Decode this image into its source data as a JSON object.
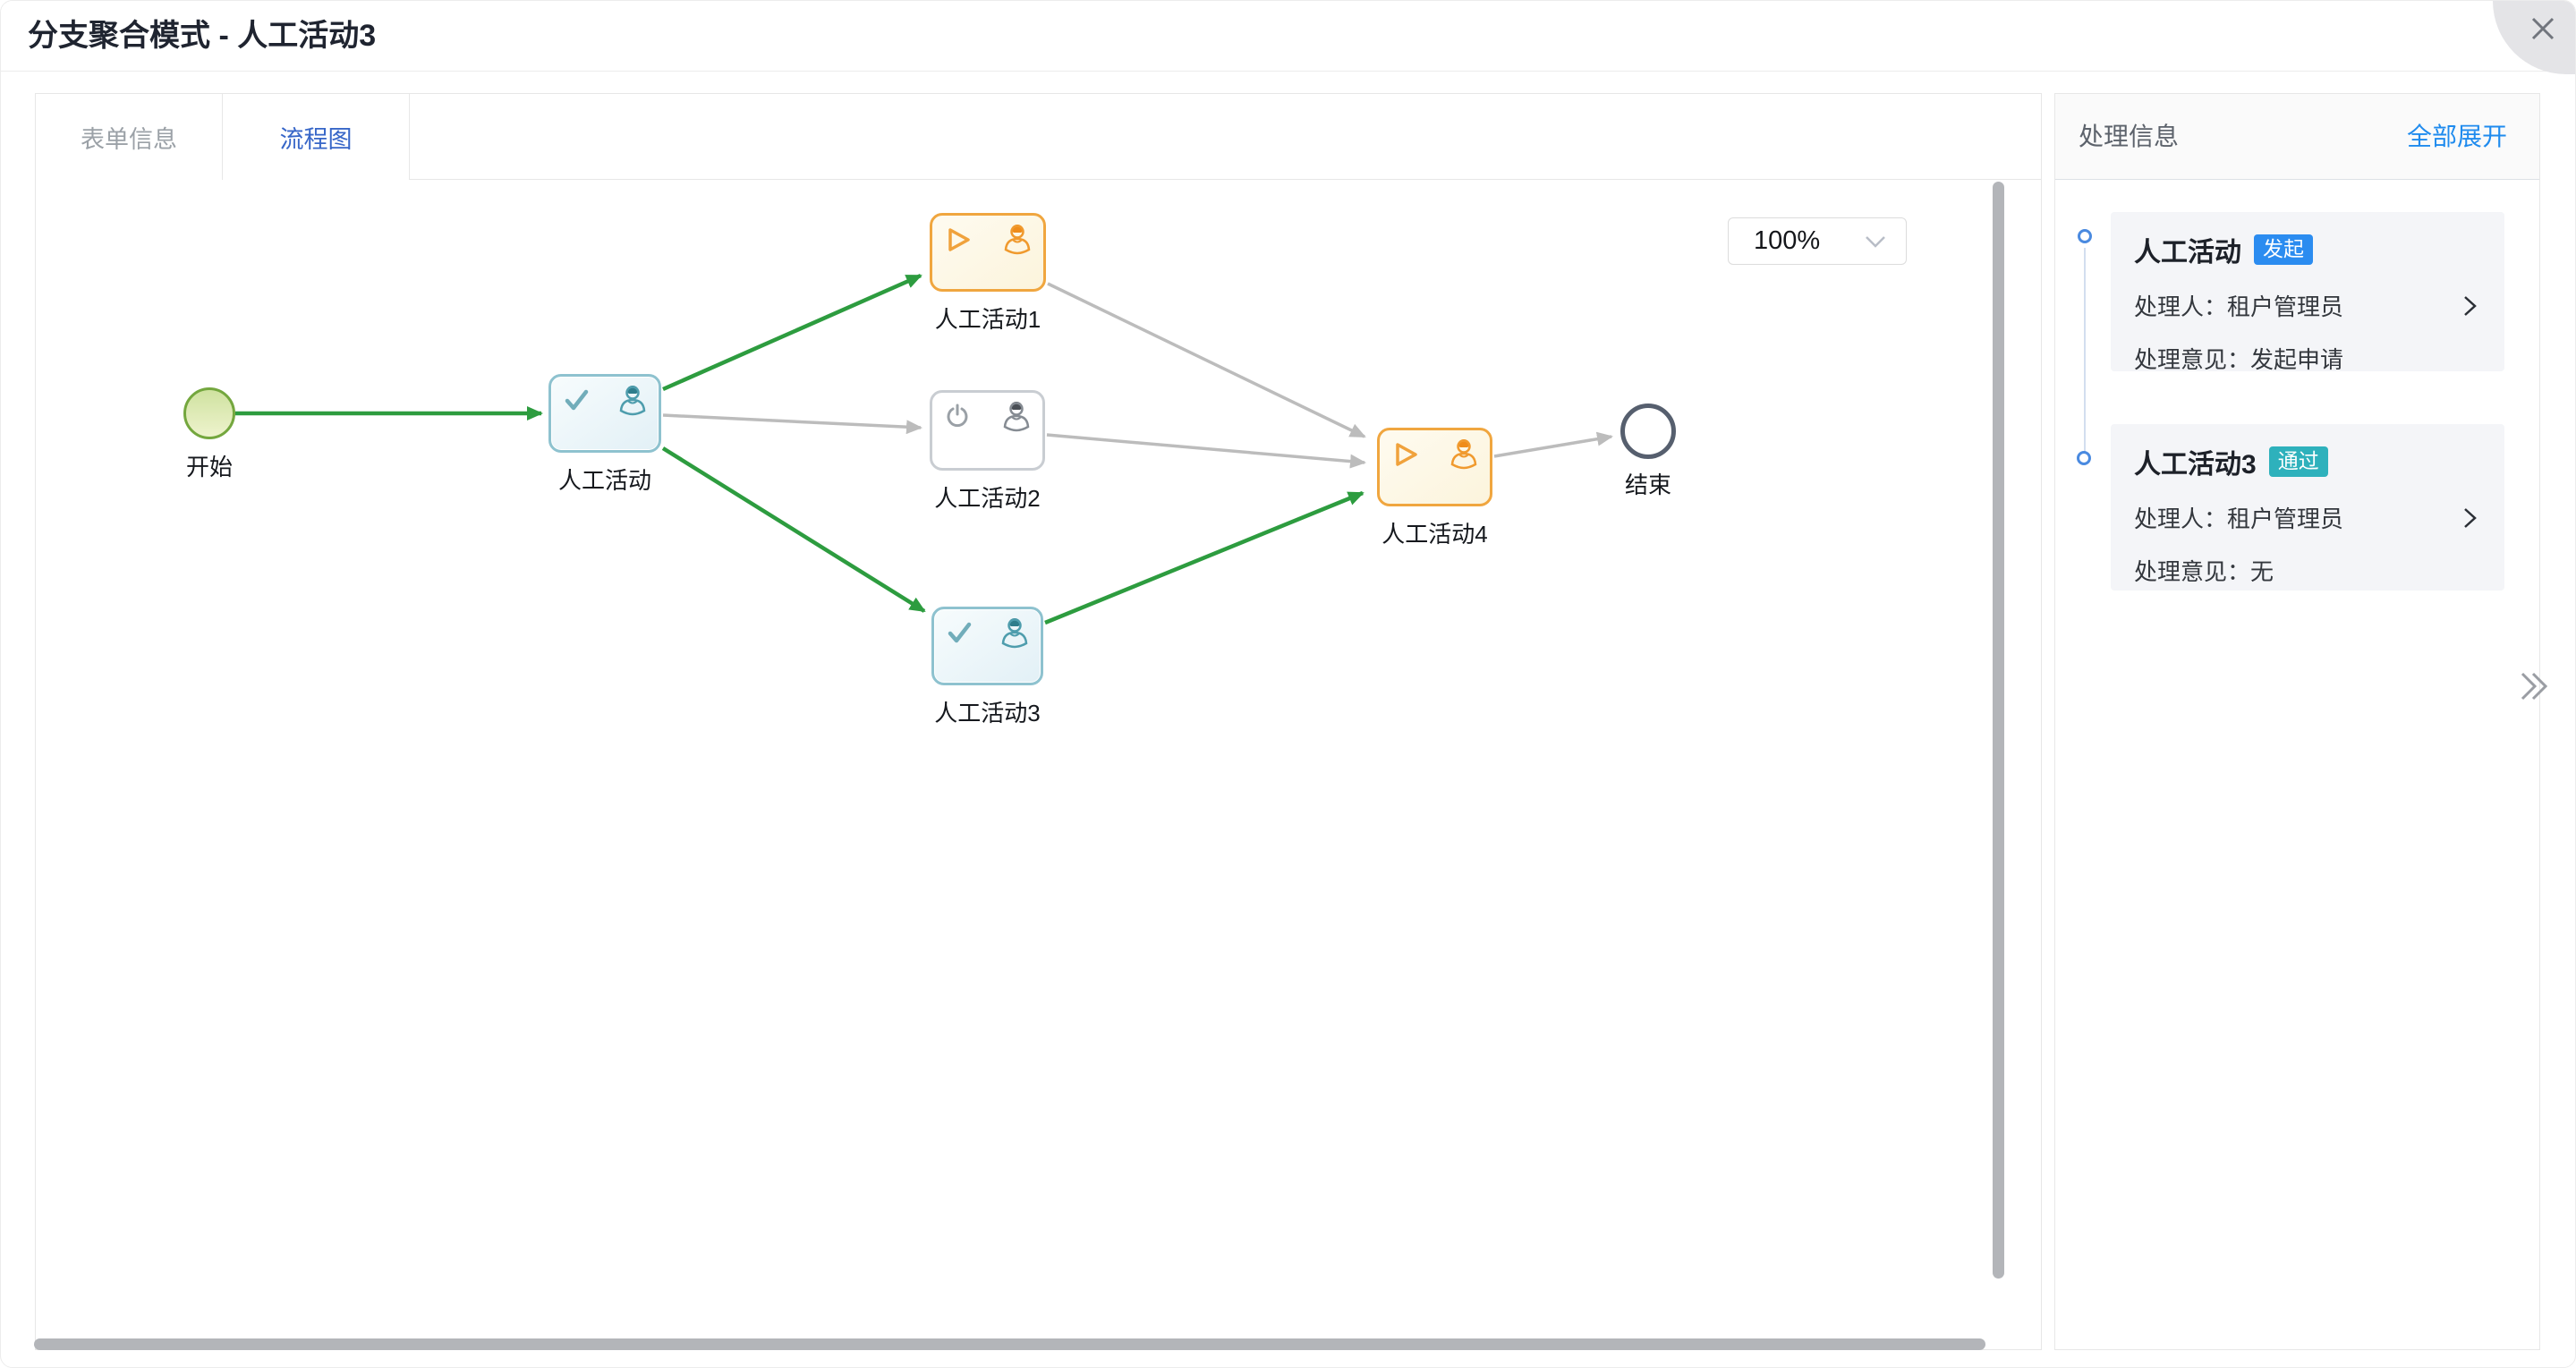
{
  "header": {
    "title": "分支聚合模式 - 人工活动3"
  },
  "tabs": [
    {
      "label": "表单信息",
      "active": false
    },
    {
      "label": "流程图",
      "active": true
    }
  ],
  "diagram": {
    "zoom_value": "100%",
    "nodes": [
      {
        "id": "start",
        "type": "start-event",
        "label": "开始",
        "state": "completed"
      },
      {
        "id": "task-main",
        "type": "user-task",
        "label": "人工活动",
        "state": "completed",
        "icons": [
          "check-icon",
          "user-icon"
        ]
      },
      {
        "id": "task-1",
        "type": "user-task",
        "label": "人工活动1",
        "state": "active",
        "icons": [
          "play-icon",
          "user-icon"
        ]
      },
      {
        "id": "task-2",
        "type": "user-task",
        "label": "人工活动2",
        "state": "pending",
        "icons": [
          "power-icon",
          "user-icon"
        ]
      },
      {
        "id": "task-3",
        "type": "user-task",
        "label": "人工活动3",
        "state": "completed",
        "icons": [
          "check-icon",
          "user-icon"
        ]
      },
      {
        "id": "task-4",
        "type": "user-task",
        "label": "人工活动4",
        "state": "active",
        "icons": [
          "play-icon",
          "user-icon"
        ]
      },
      {
        "id": "end",
        "type": "end-event",
        "label": "结束",
        "state": "pending"
      }
    ],
    "edges": [
      {
        "from": "start",
        "to": "task-main",
        "status": "completed"
      },
      {
        "from": "task-main",
        "to": "task-1",
        "status": "completed"
      },
      {
        "from": "task-main",
        "to": "task-2",
        "status": "pending"
      },
      {
        "from": "task-main",
        "to": "task-3",
        "status": "completed"
      },
      {
        "from": "task-1",
        "to": "task-4",
        "status": "pending"
      },
      {
        "from": "task-2",
        "to": "task-4",
        "status": "pending"
      },
      {
        "from": "task-3",
        "to": "task-4",
        "status": "completed"
      },
      {
        "from": "task-4",
        "to": "end",
        "status": "pending"
      }
    ],
    "colors": {
      "completed_edge": "#2d9c3f",
      "pending_edge": "#bcbcbc",
      "completed_node_border": "#8ec2cf",
      "active_node_border": "#f0a63f",
      "pending_node_border": "#c9cdd2",
      "start_fill": "#d8e7aa",
      "end_border": "#565f6e"
    }
  },
  "panel": {
    "title": "处理信息",
    "expand_all": "全部展开",
    "entries": [
      {
        "title": "人工活动",
        "badge": {
          "label": "发起",
          "color": "#2b8cf0"
        },
        "handler_label": "处理人：",
        "handler_value": "租户管理员",
        "opinion_label": "处理意见：",
        "opinion_value": "发起申请"
      },
      {
        "title": "人工活动3",
        "badge": {
          "label": "通过",
          "color": "#2eb1bc"
        },
        "handler_label": "处理人：",
        "handler_value": "租户管理员",
        "opinion_label": "处理意见：",
        "opinion_value": "无"
      }
    ]
  },
  "accent": {
    "tab_active": "#3766c8",
    "link": "#1f8bee",
    "timeline_dot": "#4a8ae0"
  }
}
